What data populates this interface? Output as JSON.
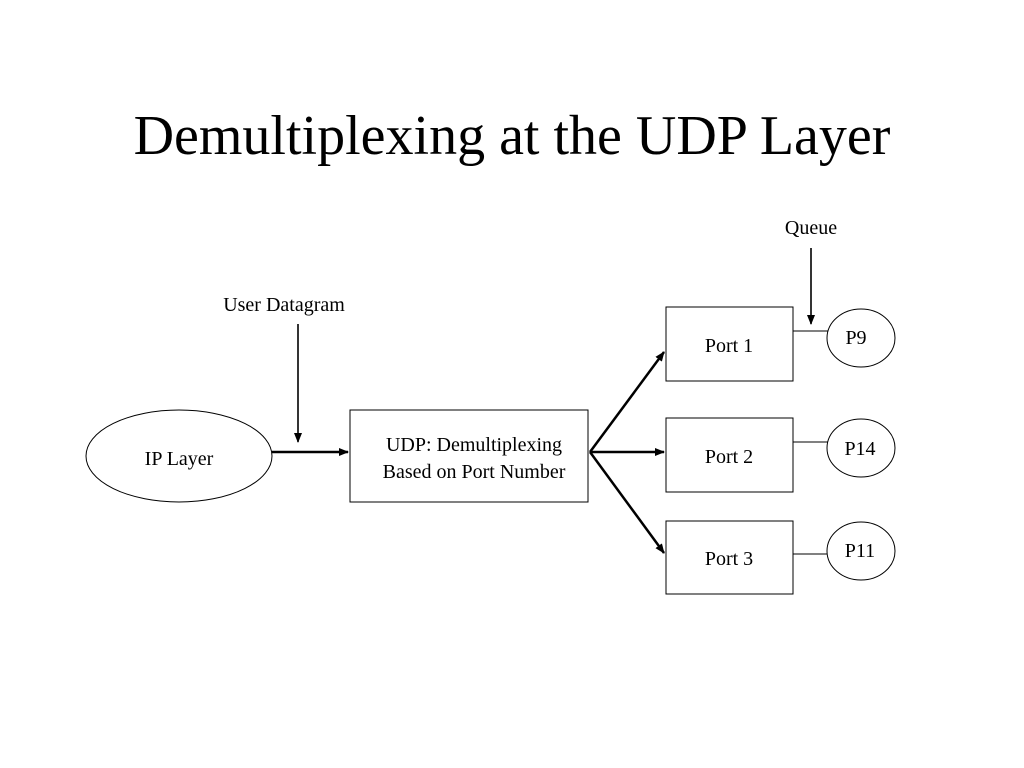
{
  "title": "Demultiplexing at the UDP Layer",
  "diagram": {
    "ip_layer": "IP Layer",
    "user_datagram": "User Datagram",
    "udp_box": {
      "line1": "UDP: Demultiplexing",
      "line2": "Based on Port Number"
    },
    "queue": "Queue",
    "ports": [
      {
        "port": "Port 1",
        "process": "P9"
      },
      {
        "port": "Port 2",
        "process": "P14"
      },
      {
        "port": "Port 3",
        "process": "P11"
      }
    ]
  }
}
